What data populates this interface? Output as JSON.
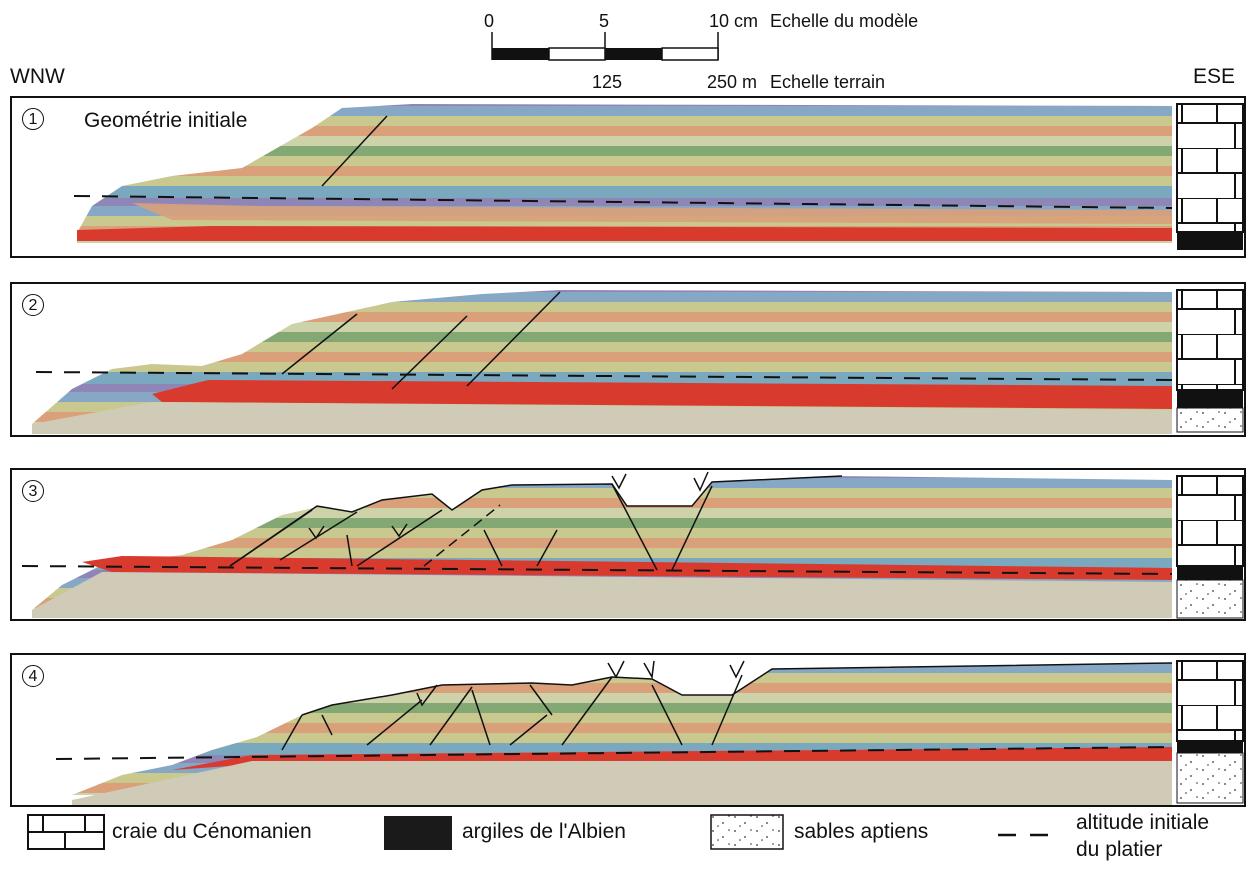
{
  "scale": {
    "model_ticks": [
      "0",
      "5",
      "10 cm"
    ],
    "model_label": "Echelle du modèle",
    "terrain_ticks": [
      "125",
      "250 m"
    ],
    "terrain_label": "Echelle terrain"
  },
  "orientation": {
    "left": "WNW",
    "right": "ESE"
  },
  "panels": [
    {
      "number": "1",
      "title": "Geométrie initiale"
    },
    {
      "number": "2",
      "title": ""
    },
    {
      "number": "3",
      "title": ""
    },
    {
      "number": "4",
      "title": ""
    }
  ],
  "legend": {
    "chalk": "craie du Cénomanien",
    "clay": "argiles de l'Albien",
    "sand": "sables aptiens",
    "altitude_line1": "altitude initiale",
    "altitude_line2": "du platier"
  },
  "colors": {
    "red_layer": "#d93a2e",
    "blue_layer": "#7aa8be",
    "orange_layer": "#d9a07a",
    "green_layer": "#84a874",
    "yellow_layer": "#c9c98f",
    "purple_top": "#7a6fa8",
    "base_sand": "#cfcbb6",
    "clay": "#1a1a1a"
  }
}
